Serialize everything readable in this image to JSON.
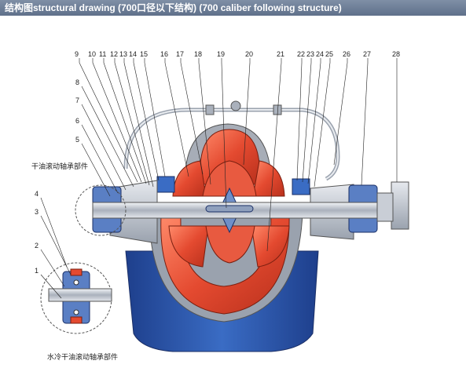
{
  "header": {
    "title": "结构图structural drawing  (700口径以下结构) (700 caliber following structure)"
  },
  "captions": {
    "dry_oil_bearing": "干油滚动轴承部件",
    "water_cooled_bearing": "水冷干油滚动轴承部件"
  },
  "part_numbers": [
    "1",
    "2",
    "3",
    "4",
    "5",
    "6",
    "7",
    "8",
    "9",
    "10",
    "11",
    "12",
    "13",
    "14",
    "15",
    "16",
    "17",
    "18",
    "19",
    "20",
    "21",
    "22",
    "23",
    "24",
    "25",
    "26",
    "27",
    "28"
  ],
  "colors": {
    "header_bg": "#6b7b95",
    "impeller": "#e8553c",
    "casing_blue": "#2f5fb0",
    "shaft_gray": "#c7ccd4",
    "label_line": "#222222"
  }
}
